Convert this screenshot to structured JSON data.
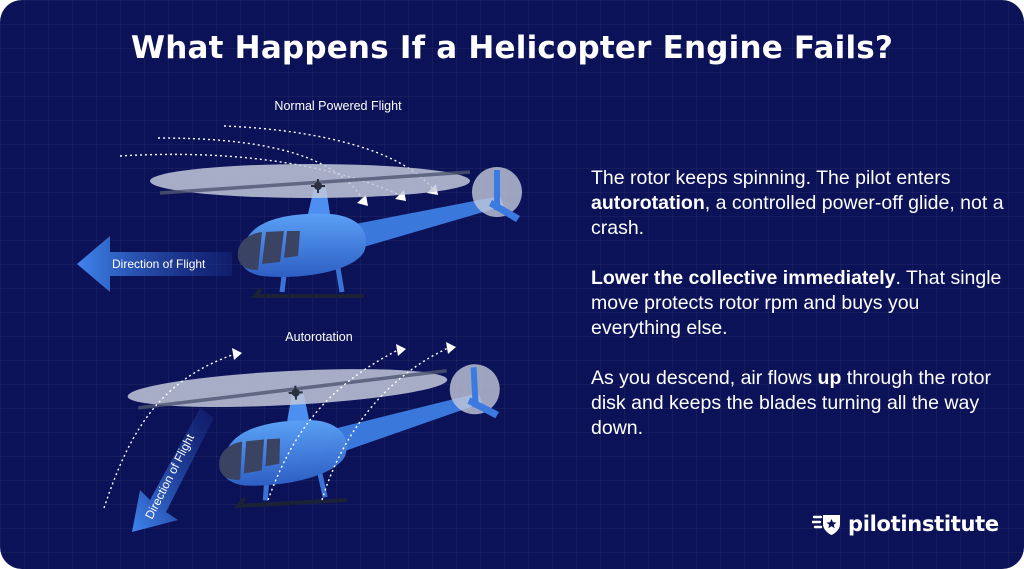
{
  "title": "What Happens If a Helicopter Engine Fails?",
  "diagram": {
    "top_label": "Normal Powered Flight",
    "top_arrow_label": "Direction of Flight",
    "bottom_label": "Autorotation",
    "bottom_arrow_label": "Direction of Flight"
  },
  "text": {
    "p1": {
      "pre": "The rotor keeps spinning. The pilot enters ",
      "bold": "autorotation",
      "post": ", a controlled power-off glide, not a crash."
    },
    "p2": {
      "bold": "Lower the collective immediately",
      "post": ". That single move protects rotor rpm and buys you everything else."
    },
    "p3": {
      "pre": "As you descend, air flows ",
      "bold": "up",
      "post": " through the rotor disk and keeps the blades turning all the way down."
    }
  },
  "logo": {
    "text": "pilotinstitute",
    "icon": "star-shield-icon"
  },
  "colors": {
    "background": "#0c1257",
    "helicopter_body": "#3f82e0",
    "rotor_disk": "#bcc3dc",
    "arrow": "#3b78d8",
    "text": "#ffffff"
  }
}
